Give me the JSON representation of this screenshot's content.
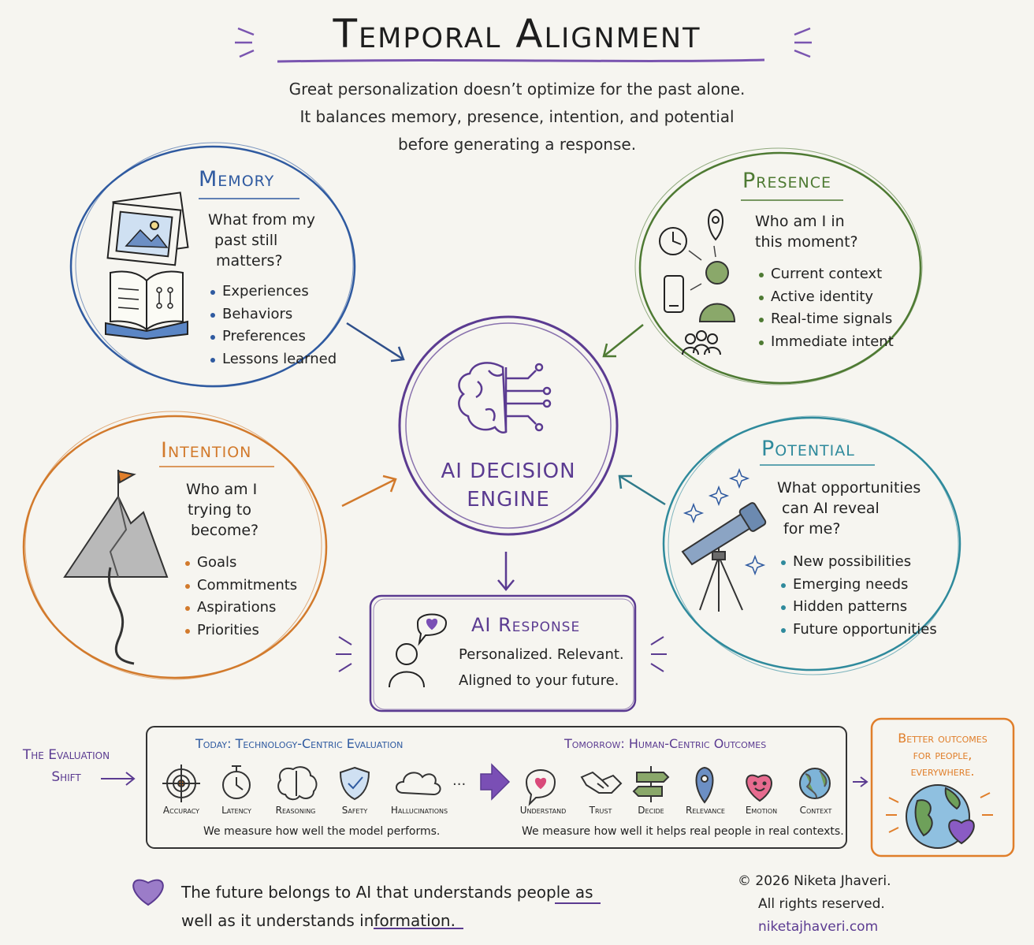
{
  "title": "Temporal Alignment",
  "subtitle": [
    "Great personalization doesn’t optimize for the past alone.",
    "It balances memory, presence, intention, and potential",
    "before generating a response."
  ],
  "colors": {
    "memory": "#2f5aa0",
    "presence": "#4e7a33",
    "intention": "#d27a2c",
    "potential": "#2f8a9c",
    "engine": "#5b3b91",
    "orange_box": "#e07e2a"
  },
  "memory": {
    "heading": "Memory",
    "question": [
      "What from my",
      "past still",
      "matters?"
    ],
    "items": [
      "Experiences",
      "Behaviors",
      "Preferences",
      "Lessons learned"
    ],
    "icons": [
      "photo-frames-icon",
      "open-book-icon"
    ]
  },
  "presence": {
    "heading": "Presence",
    "question": [
      "Who am I in",
      "this moment?"
    ],
    "items": [
      "Current context",
      "Active identity",
      "Real-time signals",
      "Immediate intent"
    ],
    "icons": [
      "clock-icon",
      "location-pin-icon",
      "phone-icon",
      "person-icon",
      "group-icon"
    ]
  },
  "intention": {
    "heading": "Intention",
    "question": [
      "Who am I",
      "trying to",
      "become?"
    ],
    "items": [
      "Goals",
      "Commitments",
      "Aspirations",
      "Priorities"
    ],
    "icons": [
      "mountain-flag-icon"
    ]
  },
  "potential": {
    "heading": "Potential",
    "question": [
      "What opportunities",
      "can AI reveal",
      "for me?"
    ],
    "items": [
      "New possibilities",
      "Emerging needs",
      "Hidden patterns",
      "Future opportunities"
    ],
    "icons": [
      "telescope-icon",
      "sparkle-icon"
    ]
  },
  "engine": {
    "line1": "AI DECISION",
    "line2": "ENGINE",
    "icon": "brain-circuit-icon"
  },
  "response": {
    "title": "AI Response",
    "line1": "Personalized. Relevant.",
    "line2": "Aligned to your future.",
    "icon": "person-heart-bubble-icon"
  },
  "shift": {
    "label": [
      "The Evaluation",
      "Shift"
    ],
    "today_title": "Today: Technology-Centric Evaluation",
    "today_items": [
      {
        "label": "Accuracy",
        "icon": "target-icon"
      },
      {
        "label": "Latency",
        "icon": "stopwatch-icon"
      },
      {
        "label": "Reasoning",
        "icon": "brain-icon"
      },
      {
        "label": "Safety",
        "icon": "shield-check-icon"
      },
      {
        "label": "Hallucinations",
        "icon": "cloud-icon"
      }
    ],
    "today_caption": "We measure how well the model performs.",
    "ellipsis": "...",
    "tomorrow_title": "Tomorrow: Human-Centric Outcomes",
    "tomorrow_items": [
      {
        "label": "Understand",
        "icon": "heart-bubble-icon"
      },
      {
        "label": "Trust",
        "icon": "handshake-icon"
      },
      {
        "label": "Decide",
        "icon": "signpost-icon"
      },
      {
        "label": "Relevance",
        "icon": "location-pin-icon"
      },
      {
        "label": "Emotion",
        "icon": "smiling-heart-icon"
      },
      {
        "label": "Context",
        "icon": "globe-icon"
      }
    ],
    "tomorrow_caption": "We measure how well it helps real people in real contexts."
  },
  "outcome": {
    "line1": "Better outcomes",
    "line2": "for people,",
    "line3": "everywhere.",
    "icon": "globe-heart-icon"
  },
  "footer": {
    "pre": "The future belongs to AI that understands ",
    "word1": "people",
    "mid": " as",
    "line2pre": "well as it understands ",
    "word2": "information",
    "end": ".",
    "icon": "heart-icon"
  },
  "copyright": {
    "line1": "© 2026 Niketa Jhaveri.",
    "line2": "All rights reserved.",
    "link": "niketajhaveri.com"
  }
}
